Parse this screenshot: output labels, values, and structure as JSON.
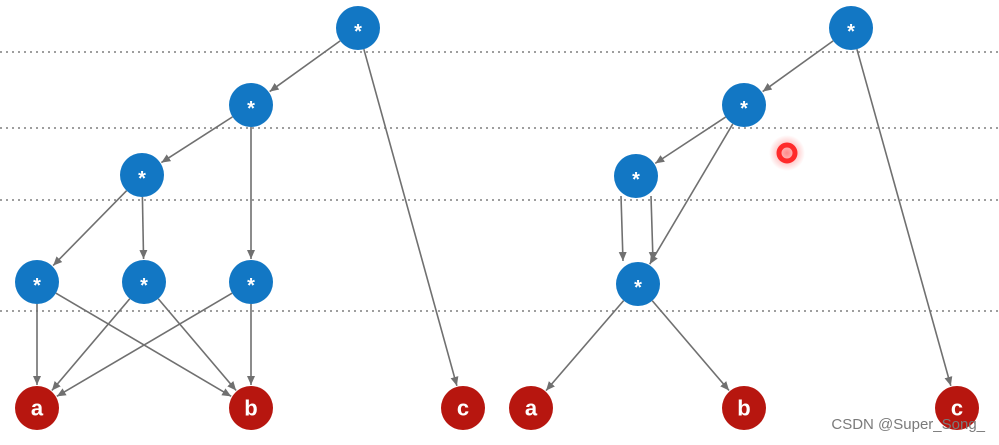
{
  "colors": {
    "operator_node": "#1277c4",
    "leaf_node": "#b7160f",
    "edge": "#707070",
    "guide_line": "#7f7f7f",
    "cursor_marker": "#ff2a2a"
  },
  "left_graph": {
    "nodes": [
      {
        "id": "L_root",
        "label": "*",
        "kind": "op"
      },
      {
        "id": "L_m1",
        "label": "*",
        "kind": "op"
      },
      {
        "id": "L_m2",
        "label": "*",
        "kind": "op"
      },
      {
        "id": "L_p1",
        "label": "*",
        "kind": "op"
      },
      {
        "id": "L_p2",
        "label": "*",
        "kind": "op"
      },
      {
        "id": "L_p3",
        "label": "*",
        "kind": "op"
      },
      {
        "id": "L_a",
        "label": "a",
        "kind": "leaf"
      },
      {
        "id": "L_b",
        "label": "b",
        "kind": "leaf"
      },
      {
        "id": "L_c",
        "label": "c",
        "kind": "leaf"
      }
    ],
    "edges": [
      [
        "L_root",
        "L_m1"
      ],
      [
        "L_root",
        "L_c"
      ],
      [
        "L_m1",
        "L_m2"
      ],
      [
        "L_m1",
        "L_p3"
      ],
      [
        "L_m2",
        "L_p1"
      ],
      [
        "L_m2",
        "L_p2"
      ],
      [
        "L_p1",
        "L_a"
      ],
      [
        "L_p1",
        "L_b"
      ],
      [
        "L_p2",
        "L_a"
      ],
      [
        "L_p2",
        "L_b"
      ],
      [
        "L_p3",
        "L_a"
      ],
      [
        "L_p3",
        "L_b"
      ]
    ]
  },
  "right_graph": {
    "nodes": [
      {
        "id": "R_root",
        "label": "*",
        "kind": "op"
      },
      {
        "id": "R_m1",
        "label": "*",
        "kind": "op"
      },
      {
        "id": "R_m2",
        "label": "*",
        "kind": "op"
      },
      {
        "id": "R_p",
        "label": "*",
        "kind": "op"
      },
      {
        "id": "R_a",
        "label": "a",
        "kind": "leaf"
      },
      {
        "id": "R_b",
        "label": "b",
        "kind": "leaf"
      },
      {
        "id": "R_c",
        "label": "c",
        "kind": "leaf"
      }
    ],
    "edges": [
      [
        "R_root",
        "R_m1"
      ],
      [
        "R_root",
        "R_c"
      ],
      [
        "R_m1",
        "R_m2"
      ],
      [
        "R_m1",
        "R_p"
      ],
      [
        "R_m2",
        "R_p"
      ],
      [
        "R_m2",
        "R_p"
      ],
      [
        "R_p",
        "R_a"
      ],
      [
        "R_p",
        "R_b"
      ]
    ]
  },
  "watermark": "CSDN @Super_Song_"
}
